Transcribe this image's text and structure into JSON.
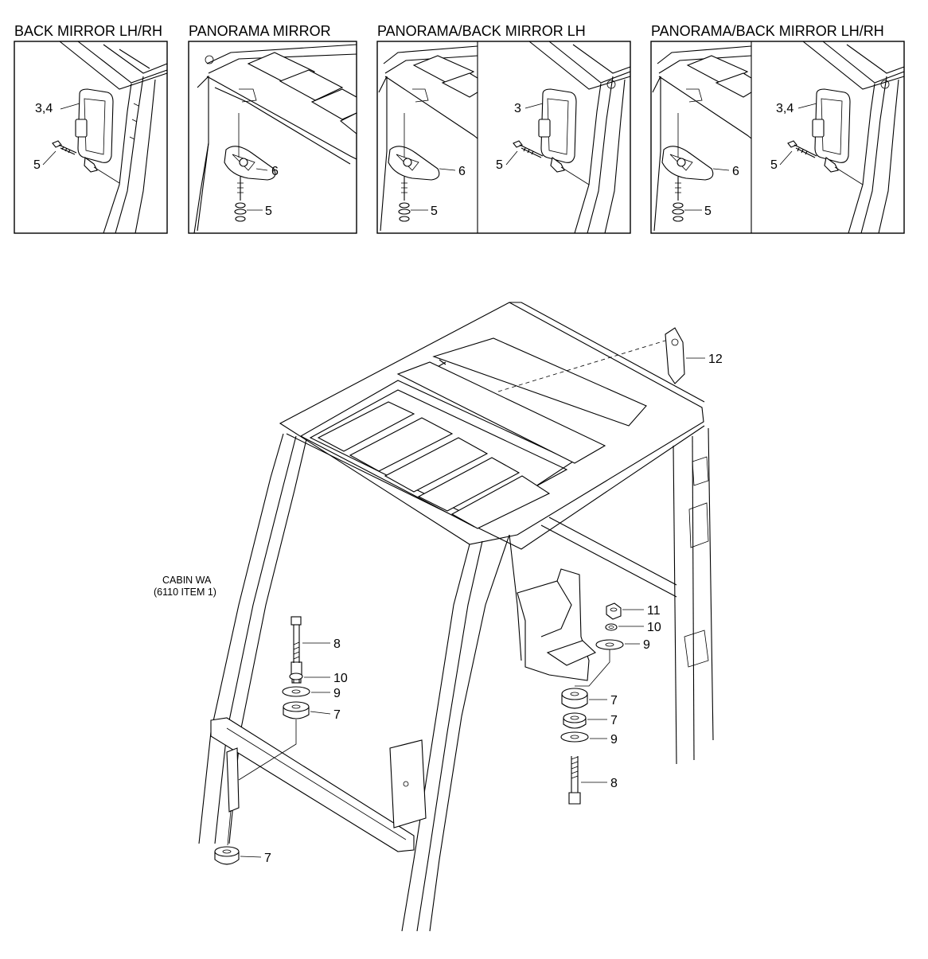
{
  "panels": [
    {
      "title": "BACK MIRROR LH/RH",
      "callouts": [
        "3,4",
        "5"
      ]
    },
    {
      "title": "PANORAMA MIRROR",
      "callouts": [
        "6",
        "5"
      ]
    },
    {
      "title": "PANORAMA/BACK MIRROR LH",
      "callouts": [
        "6",
        "5",
        "3",
        "5"
      ]
    },
    {
      "title": "PANORAMA/BACK MIRROR LH/RH",
      "callouts": [
        "6",
        "5",
        "3,4",
        "5"
      ]
    }
  ],
  "main": {
    "caption_line1": "CABIN WA",
    "caption_line2": "(6110 ITEM 1)",
    "callouts": {
      "sun_visor": "12",
      "left_bolt": "8",
      "left_washer_small": "10",
      "left_washer_large": "9",
      "left_mount_upper": "7",
      "left_mount_lower": "7",
      "right_nut": "11",
      "right_washer_small": "10",
      "right_washer_large": "9",
      "right_mount_a": "7",
      "right_mount_b": "7",
      "right_washer_lower": "9",
      "right_bolt": "8"
    }
  }
}
